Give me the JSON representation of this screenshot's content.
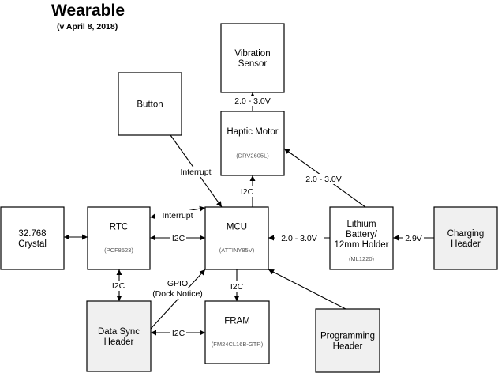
{
  "title": "Wearable",
  "subtitle": "(v April 8, 2018)",
  "nodes": {
    "vibration": {
      "lines": [
        "Vibration",
        "Sensor"
      ]
    },
    "button": {
      "lines": [
        "Button"
      ]
    },
    "haptic": {
      "lines": [
        "Haptic Motor"
      ],
      "part": "(DRV2605L)"
    },
    "crystal": {
      "lines": [
        "32.768",
        "Crystal"
      ]
    },
    "rtc": {
      "lines": [
        "RTC"
      ],
      "part": "(PCF8523)"
    },
    "mcu": {
      "lines": [
        "MCU"
      ],
      "part": "(ATTINY85V)"
    },
    "battery": {
      "lines": [
        "Lithium",
        "Battery/",
        "12mm Holder"
      ],
      "part": "(ML1220)"
    },
    "charging": {
      "lines": [
        "Charging",
        "Header"
      ]
    },
    "datasync": {
      "lines": [
        "Data Sync",
        "Header"
      ]
    },
    "fram": {
      "lines": [
        "FRAM"
      ],
      "part": "(FM24CL16B-GTR)"
    },
    "programming": {
      "lines": [
        "Programming",
        "Header"
      ]
    }
  },
  "edge_labels": {
    "haptic_vibration": "2.0 - 3.0V",
    "button_mcu": "Interrupt",
    "mcu_haptic": "I2C",
    "battery_haptic": "2.0 - 3.0V",
    "rtc_mcu_interrupt": "Interrupt",
    "rtc_mcu_i2c": "I2C",
    "battery_mcu": "2.0 - 3.0V",
    "charging_battery": "2.9V",
    "rtc_datasync": "I2C",
    "datasync_mcu": [
      "GPIO",
      "(Dock Notice)"
    ],
    "mcu_fram": "I2C",
    "datasync_fram": "I2C"
  }
}
